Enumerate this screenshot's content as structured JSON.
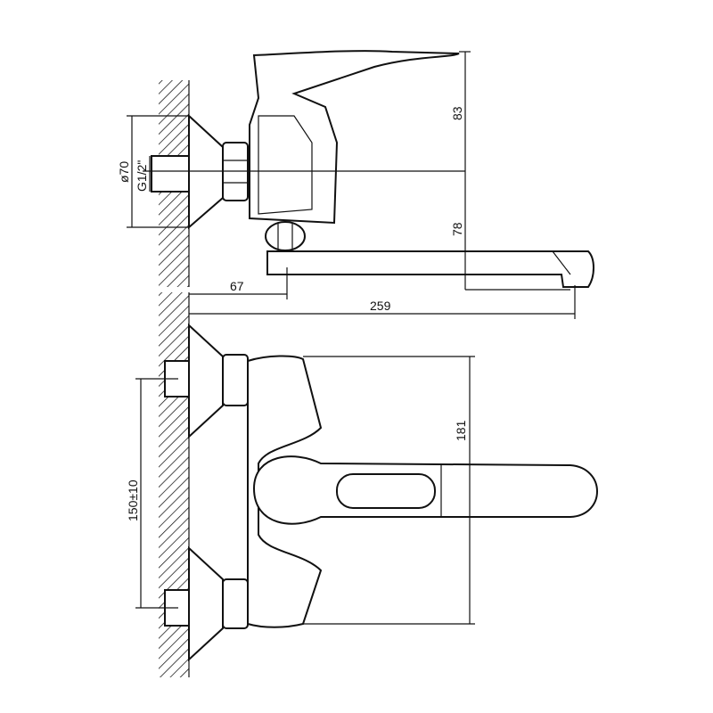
{
  "title": "Wall-mounted mixer faucet dimension drawing",
  "dimensions": {
    "flange_diameter": "ø70",
    "thread": "G1/2\"",
    "handle_height": "83",
    "spout_height": "78",
    "wall_to_body": "67",
    "total_reach": "259",
    "body_width": "181",
    "inlet_spacing": "150±10"
  }
}
